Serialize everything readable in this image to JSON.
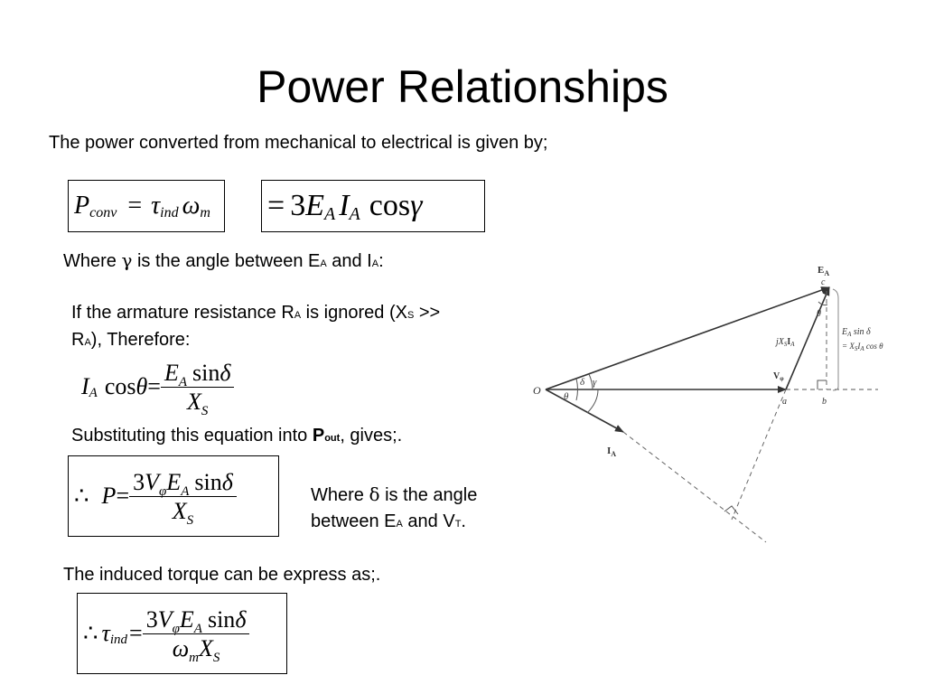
{
  "slide": {
    "title": "Power Relationships",
    "intro": "The power converted from mechanical to electrical is given by;",
    "where_gamma": {
      "prefix": "Where ",
      "symbol": "γ",
      "middle": " is the angle between E",
      "sub1": "A",
      "and": " and I",
      "sub2": "A",
      "suffix": ":"
    },
    "if_armature": {
      "line1_a": "If the armature resistance R",
      "line1_sub1": "A",
      "line1_b": " is ignored (X",
      "line1_sub2": "S",
      "line1_c": " >>",
      "line2_a": "R",
      "line2_sub": "A",
      "line2_b": "), Therefore:"
    },
    "substituting": {
      "prefix": "Substituting this equation into ",
      "bold": "P",
      "bold_sub": "out",
      "suffix": ", gives;."
    },
    "where_delta": {
      "line1_a": "Where ",
      "symbol": "δ",
      "line1_b": " is the angle",
      "line2_a": "between E",
      "sub1": "A",
      "line2_b": " and V",
      "sub2": "T",
      "line2_c": "."
    },
    "torque": "The induced torque can be express as;."
  },
  "equations": {
    "eq1": {
      "P": "P",
      "P_sub": "conv",
      "equals": "=",
      "tau": "τ",
      "tau_sub": "ind",
      "omega": "ω",
      "omega_sub": "m"
    },
    "eq2": {
      "equals": "=",
      "coef": "3",
      "E": "E",
      "E_sub": "A",
      "I": "I",
      "I_sub": "A",
      "func": "cos",
      "gamma": "γ"
    },
    "eq3": {
      "I": "I",
      "I_sub": "A",
      "func": "cos",
      "theta": "θ",
      "equals": "=",
      "E": "E",
      "E_sub": "A",
      "sin": "sin",
      "delta": "δ",
      "X": "X",
      "X_sub": "S"
    },
    "eq4": {
      "therefore": "∴",
      "P": "P",
      "equals": "=",
      "coef": "3",
      "V": "V",
      "V_sub": "φ",
      "E": "E",
      "E_sub": "A",
      "sin": "sin",
      "delta": "δ",
      "X": "X",
      "X_sub": "S"
    },
    "eq5": {
      "therefore": "∴",
      "tau": "τ",
      "tau_sub": "ind",
      "equals": "=",
      "coef": "3",
      "V": "V",
      "V_sub": "φ",
      "E": "E",
      "E_sub": "A",
      "sin": "sin",
      "delta": "δ",
      "omega": "ω",
      "omega_sub": "m",
      "X": "X",
      "X_sub": "S"
    }
  },
  "diagram": {
    "O": "O",
    "theta": "θ",
    "delta": "δ",
    "gamma": "γ",
    "EA": "E",
    "EA_sub": "A",
    "c": "c",
    "jXS": "jX",
    "jXS_sub": "S",
    "IA_in_jx": "I",
    "IA_in_jx_sub": "A",
    "theta_c": "θ",
    "V": "V",
    "V_sub": "φ",
    "a": "a",
    "b": "b",
    "IA": "I",
    "IA_sub": "A",
    "EA_sin_line1_E": "E",
    "EA_sin_line1_sub": "A",
    "EA_sin_line1_rest": " sin δ",
    "EA_sin_line2_a": "= X",
    "EA_sin_line2_sub1": "S",
    "EA_sin_line2_b": "I",
    "EA_sin_line2_sub2": "A",
    "EA_sin_line2_c": " cos θ"
  }
}
